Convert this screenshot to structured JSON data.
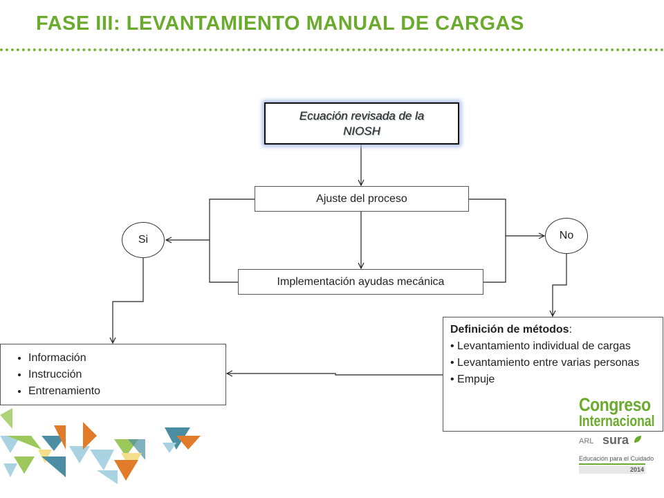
{
  "title": "FASE III: LEVANTAMIENTO MANUAL DE CARGAS",
  "diagram": {
    "niosh": "Ecuación revisada de la NIOSH",
    "ajuste": "Ajuste del proceso",
    "implementacion": "Implementación ayudas mecánica",
    "si": "Si",
    "no": "No",
    "info_items": [
      "Información",
      "Instrucción",
      "Entrenamiento"
    ],
    "def_heading": "Definición de métodos",
    "def_colon": ":",
    "def_items": [
      "Levantamiento individual de cargas",
      "Levantamiento entre varias personas",
      "Empuje"
    ]
  },
  "logo": {
    "congreso": "Congreso",
    "internacional": "Internacional",
    "arl": "ARL",
    "sura": "sura",
    "tagline": "Educación para el Cuidado",
    "year": "2014"
  },
  "colors": {
    "title_green": "#6aab2e",
    "deco_orange": "#e07b2a",
    "deco_teal": "#4b8ea3",
    "deco_light_blue": "#a9d3e3",
    "deco_green": "#9cc75a",
    "deco_yellow": "#f3df8a"
  }
}
